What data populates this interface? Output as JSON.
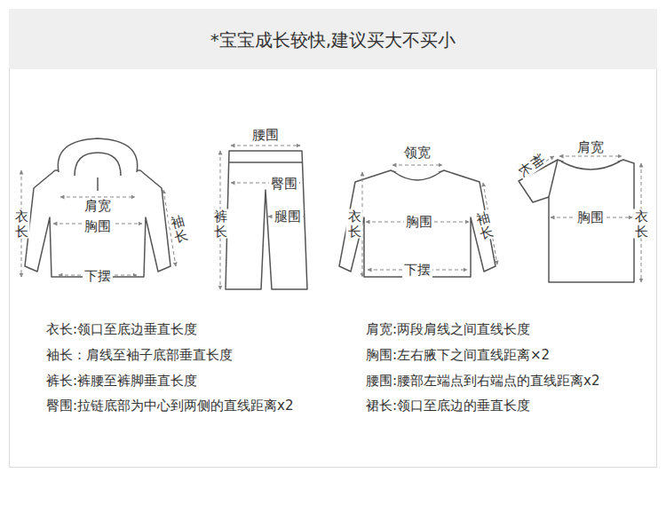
{
  "diagram": {
    "title": "*宝宝成长较快,建议买大不买小",
    "labels": [
      "衣长",
      "肩宽",
      "胸围",
      "袖长",
      "下摆",
      "腰围",
      "臀围",
      "裤长",
      "腿围",
      "领宽",
      "衣长",
      "胸围",
      "袖长",
      "下摆",
      "肩宽",
      "袖长",
      "胸围",
      "衣长",
      "衣长:领口至底边垂直长度",
      "袖长：肩线至袖子底部垂直长度",
      "裤长:裤腰至裤脚垂直长度",
      "臀围:拉链底部为中心到两侧的直线距离x2",
      "肩宽:两段肩线之间直线长度",
      "胸围:左右腋下之间直线距离×2",
      "腰围:腰部左端点到右端点的直线距离x2",
      "裙长:领口至底边的垂直长度"
    ]
  }
}
